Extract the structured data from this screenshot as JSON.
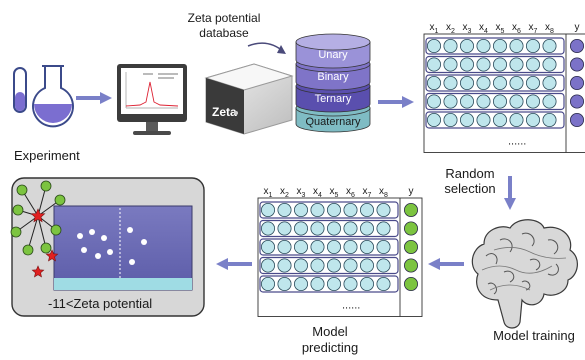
{
  "labels": {
    "experiment": "Experiment",
    "database_line1": "Zeta potential",
    "database_line2": "database",
    "random_line1": "Random",
    "random_line2": "selection",
    "model_training": "Model training",
    "predicting_line1": "Model",
    "predicting_line2": "predicting",
    "zeta_condition": "-11<Zeta potential",
    "device_brand": "Zeta"
  },
  "database_layers": [
    "Unary",
    "Binary",
    "Ternary",
    "Quaternary"
  ],
  "feature_columns": [
    "x1",
    "x2",
    "x3",
    "x4",
    "x5",
    "x6",
    "x7",
    "x8"
  ],
  "target_column": "y",
  "ellipsis": "......",
  "colors": {
    "arrow": "#7a80c8",
    "cell_fill": "#bfe6ec",
    "table_row_border": "#4a4a8a",
    "target_fill_training": "#7b72c8",
    "target_fill_prediction": "#7cc440",
    "layer_unary": "#9a92d8",
    "layer_binary": "#7f74c8",
    "layer_ternary": "#5a4fae",
    "layer_quaternary": "#7fbcc4",
    "plot_background": "#6a6ab0",
    "star": "#e02020",
    "feature_node": "#7cc440"
  }
}
